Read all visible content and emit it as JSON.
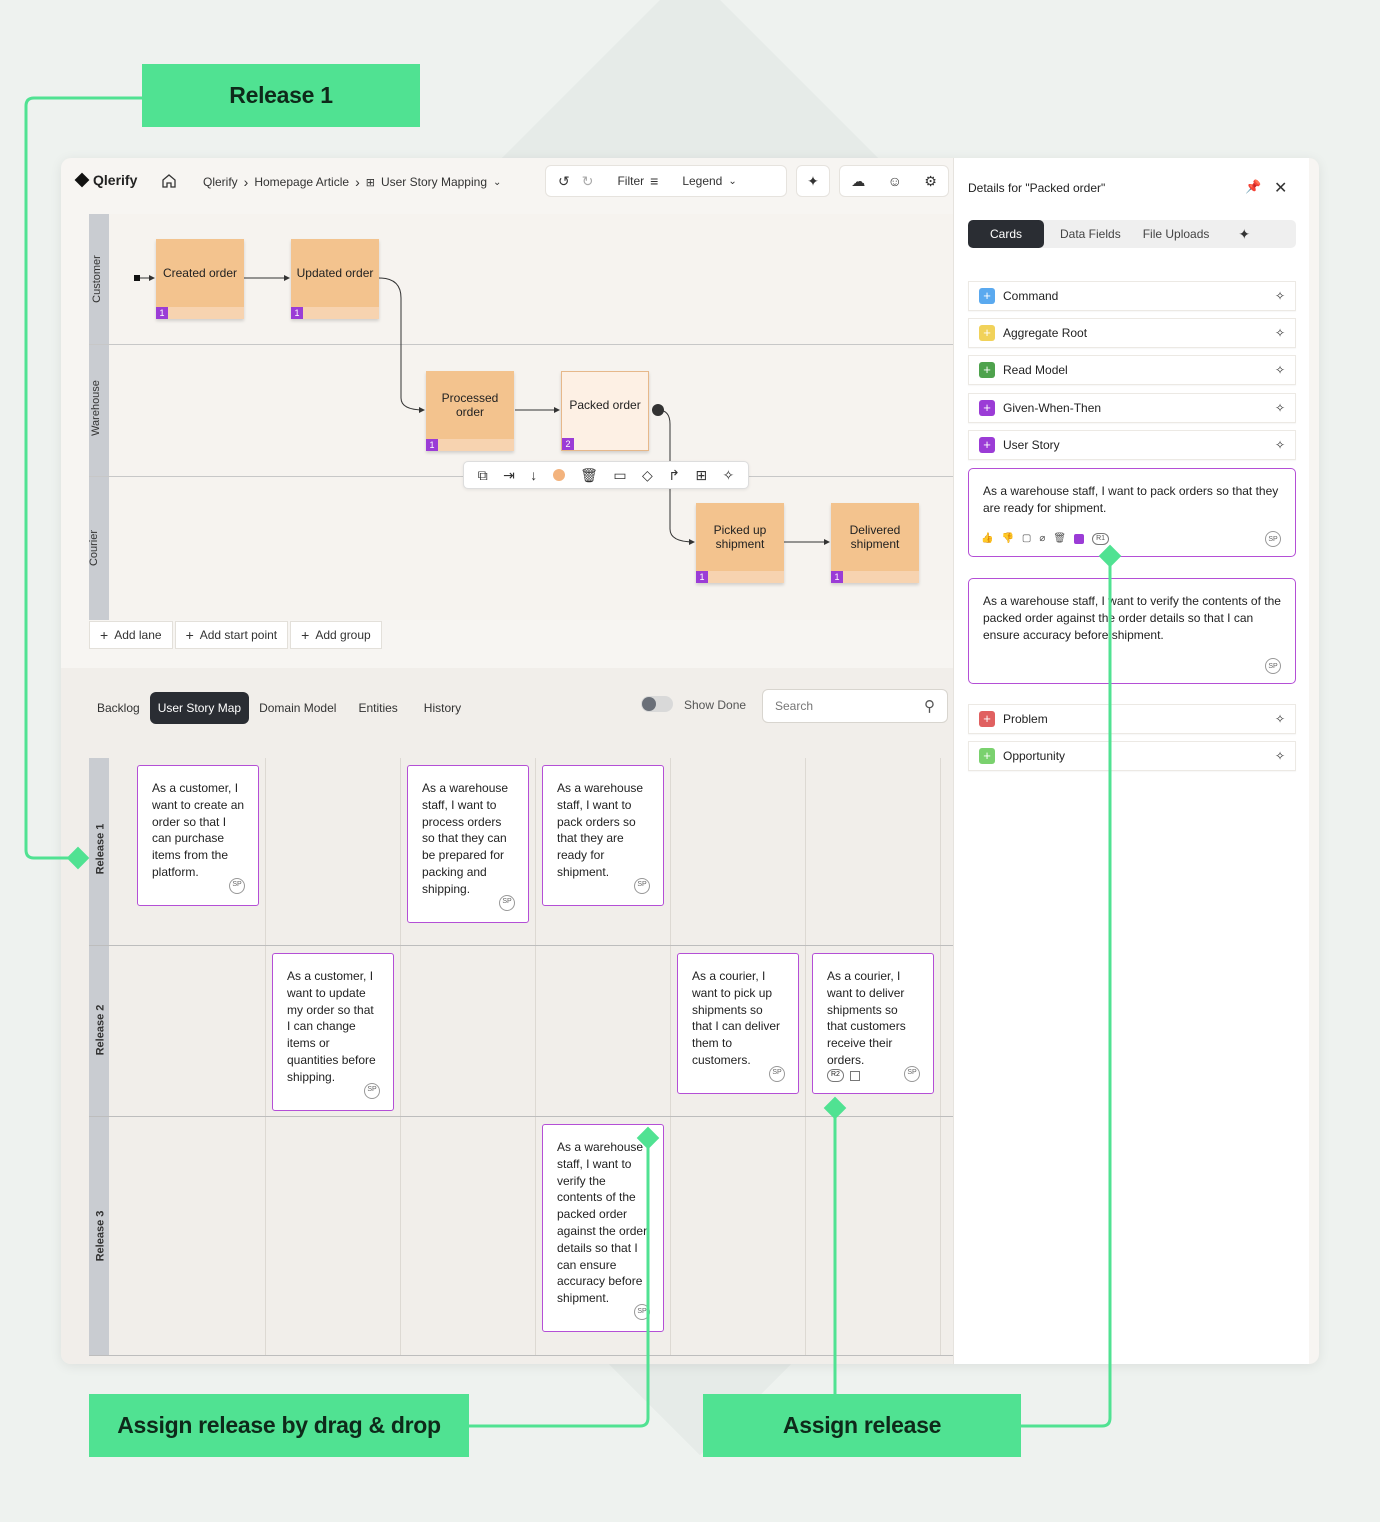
{
  "callouts": {
    "release1": "Release 1",
    "drag_drop": "Assign release by drag & drop",
    "assign": "Assign release"
  },
  "topbar": {
    "logo": "Qlerify",
    "crumb1": "Qlerify",
    "crumb2": "Homepage Article",
    "crumb3": "User Story Mapping",
    "filter": "Filter",
    "legend": "Legend"
  },
  "lanes": [
    "Customer",
    "Warehouse",
    "Courier"
  ],
  "stickies": [
    {
      "label": "Created order",
      "badge": "1"
    },
    {
      "label": "Updated order",
      "badge": "1"
    },
    {
      "label": "Processed order",
      "badge": "1"
    },
    {
      "label": "Packed order",
      "badge": "2"
    },
    {
      "label": "Picked up shipment",
      "badge": "1"
    },
    {
      "label": "Delivered shipment",
      "badge": "1"
    }
  ],
  "add_buttons": {
    "lane": "Add lane",
    "start": "Add start point",
    "group": "Add group"
  },
  "tabs": [
    "Backlog",
    "User Story Map",
    "Domain Model",
    "Entities",
    "History"
  ],
  "show_done": "Show Done",
  "search_placeholder": "Search",
  "releases": [
    "Release 1",
    "Release 2",
    "Release 3"
  ],
  "stories": [
    {
      "text": "As a customer, I want to create an order so that I can purchase items from the platform.",
      "sp": "SP"
    },
    {
      "text": "As a warehouse staff, I want to process orders so that they can be prepared for packing and shipping.",
      "sp": "SP"
    },
    {
      "text": "As a warehouse staff, I want to pack orders so that they are ready for shipment.",
      "sp": "SP"
    },
    {
      "text": "As a customer, I want to update my order so that I can change items or quantities before shipping.",
      "sp": "SP"
    },
    {
      "text": "As a courier, I want to pick up shipments so that I can deliver them to customers.",
      "sp": "SP"
    },
    {
      "text": "As a courier, I want to deliver shipments so that customers receive their orders.",
      "sp": "SP",
      "release": "R2"
    },
    {
      "text": "As a warehouse staff, I want to verify the contents of the packed order against the order details so that I can ensure accuracy before shipment.",
      "sp": "SP"
    }
  ],
  "panel": {
    "title": "Details for \"Packed order\"",
    "tabs": [
      "Cards",
      "Data Fields",
      "File Uploads"
    ],
    "rows": [
      {
        "label": "Command",
        "color": "#5aa9ef"
      },
      {
        "label": "Aggregate Root",
        "color": "#f1d25a"
      },
      {
        "label": "Read Model",
        "color": "#4ea24d"
      },
      {
        "label": "Given-When-Then",
        "color": "#9b3cd6"
      },
      {
        "label": "User Story",
        "color": "#9b3cd6"
      },
      {
        "label": "Problem",
        "color": "#e06060"
      },
      {
        "label": "Opportunity",
        "color": "#7ad16e"
      }
    ],
    "card1": {
      "text": "As a warehouse staff, I want to pack orders so that they are ready for shipment.",
      "release": "R1",
      "sp": "SP"
    },
    "card2": {
      "text": "As a warehouse staff, I want to verify the contents of the packed order against the order details so that I can ensure accuracy before shipment.",
      "sp": "SP"
    }
  },
  "colors": {
    "accent": "#50e292",
    "story_border": "#b44fd6",
    "sticky": "#f3c38e",
    "dark": "#2a2d33"
  }
}
